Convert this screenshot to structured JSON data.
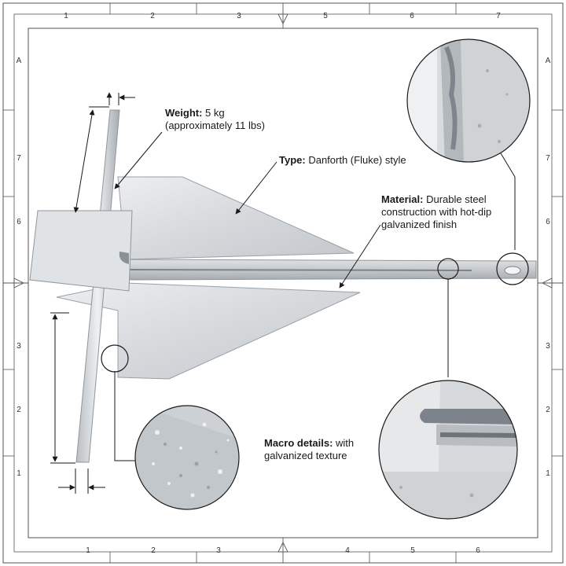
{
  "frame": {
    "top_numbers": [
      "1",
      "2",
      "3",
      "5",
      "6",
      "7"
    ],
    "bottom_numbers": [
      "1",
      "2",
      "3",
      "4",
      "5",
      "6"
    ],
    "left_labels": [
      "A",
      "7",
      "6",
      "3",
      "2",
      "1"
    ],
    "right_labels": [
      "A",
      "7",
      "6",
      "3",
      "2",
      "1"
    ]
  },
  "annotations": {
    "weight": {
      "label": "Weight:",
      "line1": " 5 kg",
      "line2": "(approximately 11 lbs)"
    },
    "type": {
      "label": "Type:",
      "text": " Danforth (Fluke) style"
    },
    "material": {
      "label": "Material:",
      "line1": " Durable steel",
      "line2": "construction with hot-dip",
      "line3": "galvanized finish"
    },
    "macro": {
      "label": "Macro details:",
      "line1": " with",
      "line2": "galvanized texture"
    }
  },
  "colors": {
    "steel_light": "#e3e6e8",
    "steel_mid": "#c9cdd1",
    "steel_dark": "#9aa0a6",
    "line": "#1a1a1a",
    "frame": "#555555"
  },
  "icons": [
    "center-arrow-icon"
  ]
}
